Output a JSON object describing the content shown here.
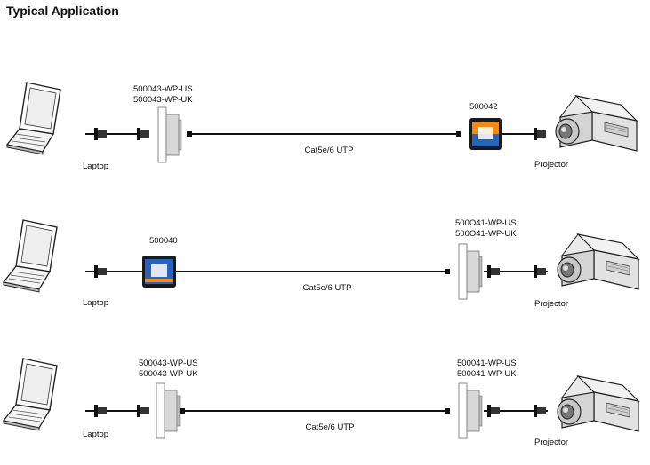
{
  "title": "Typical Application",
  "rows": [
    {
      "left_device": "Laptop",
      "right_device": "Projector",
      "left_part": [
        "500043-WP-US",
        "500043-WP-UK"
      ],
      "right_part": [
        "500042"
      ],
      "cable": "Cat5e/6 UTP"
    },
    {
      "left_device": "Laptop",
      "right_device": "Projector",
      "left_part": [
        "500040"
      ],
      "right_part": [
        "500O41-WP-US",
        "500O41-WP-UK"
      ],
      "cable": "Cat5e/6 UTP"
    },
    {
      "left_device": "Laptop",
      "right_device": "Projector",
      "left_part": [
        "500043-WP-US",
        "500043-WP-UK"
      ],
      "right_part": [
        "500041-WP-US",
        "500041-WP-UK"
      ],
      "cable": "Cat5e/6 UTP"
    }
  ],
  "colors": {
    "dongle_orange": "#f08a1c",
    "dongle_blue": "#2a62b8",
    "cable": "#111111"
  }
}
